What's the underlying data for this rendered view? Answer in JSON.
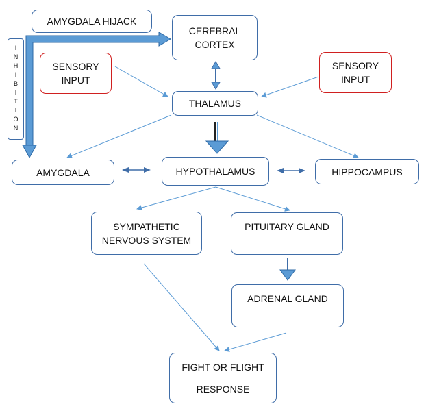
{
  "nodes": {
    "amygdala_hijack": "AMYGDALA HIJACK",
    "cerebral_cortex": "CEREBRAL\nCORTEX",
    "inhibition": "INHIBITION",
    "sensory_input_left": "SENSORY\nINPUT",
    "sensory_input_right": "SENSORY\nINPUT",
    "thalamus": "THALAMUS",
    "amygdala": "AMYGDALA",
    "hypothalamus": "HYPOTHALAMUS",
    "hippocampus": "HIPPOCAMPUS",
    "sympathetic": "SYMPATHETIC\nNERVOUS SYSTEM",
    "pituitary": "PITUITARY GLAND",
    "adrenal": "ADRENAL GLAND",
    "fight_line1": "FIGHT OR FLIGHT",
    "fight_line2": "RESPONSE"
  },
  "colors": {
    "box_border": "#3f6da8",
    "sensory_border": "#d02020",
    "arrow": "#5b9bd5",
    "arrow_dark": "#2e6aa6"
  }
}
